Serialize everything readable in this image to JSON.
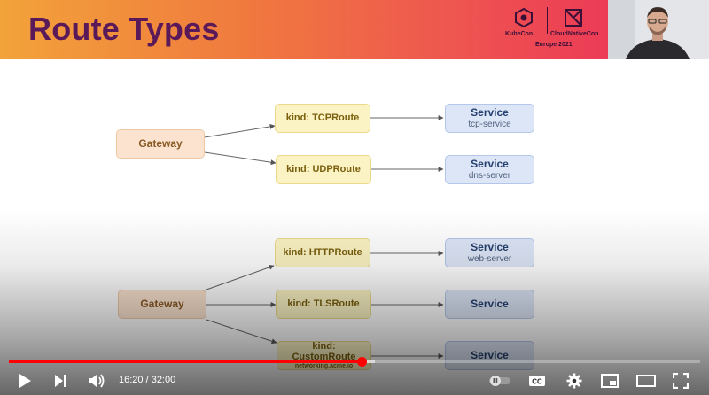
{
  "slide": {
    "title": "Route Types",
    "event": {
      "kubecon_label": "KubeCon",
      "cloudnativecon_label": "CloudNativeCon",
      "edition": "Europe 2021"
    },
    "diagrams": [
      {
        "gateway": "Gateway",
        "routes": [
          {
            "kind_label": "kind: TCPRoute",
            "service_title": "Service",
            "service_name": "tcp-service"
          },
          {
            "kind_label": "kind: UDPRoute",
            "service_title": "Service",
            "service_name": "dns-server"
          }
        ]
      },
      {
        "gateway": "Gateway",
        "routes": [
          {
            "kind_label": "kind: HTTPRoute",
            "service_title": "Service",
            "service_name": "web-server"
          },
          {
            "kind_label": "kind: TLSRoute",
            "service_title": "Service",
            "service_name": ""
          },
          {
            "kind_label_line1": "kind:",
            "kind_label_line2": "CustomRoute",
            "kind_sub": "networking.acme.io",
            "service_title": "Service",
            "service_name": ""
          }
        ]
      }
    ]
  },
  "player": {
    "current_time": "16:20",
    "duration": "32:00",
    "time_display": "16:20 / 32:00",
    "progress_fraction": 0.51,
    "buffered_fraction": 0.53,
    "progress_color": "#ff0000",
    "controls": {
      "play": "play-icon",
      "next": "next-icon",
      "volume": "volume-icon",
      "autoplay": "autoplay-toggle-icon",
      "captions": "CC",
      "settings": "gear-icon",
      "miniplayer": "miniplayer-icon",
      "theater": "theater-icon",
      "fullscreen": "fullscreen-icon"
    }
  },
  "colors": {
    "title_text": "#5a1a5a",
    "gateway_fill": "#fbe3cf",
    "route_fill": "#fbf3c3",
    "service_fill": "#dde6f7"
  }
}
